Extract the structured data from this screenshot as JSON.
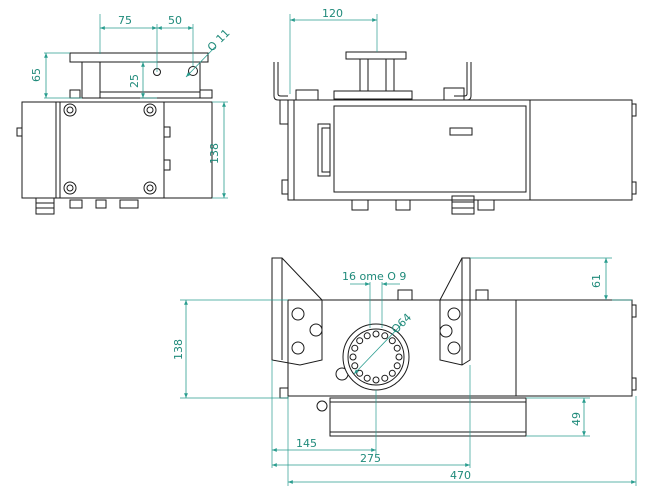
{
  "colors": {
    "object_line": "#1a1a1a",
    "dimension": "#2a9d8f",
    "background": "#ffffff"
  },
  "dimensions": {
    "top_left": {
      "d75": "75",
      "d50": "50",
      "hole": "O 11",
      "d65": "65",
      "d25": "25",
      "d138": "138"
    },
    "top_right": {
      "d120": "120"
    },
    "bottom": {
      "holes_note": "16 ome O 9",
      "circle": "O64",
      "d61": "61",
      "d138": "138",
      "d49": "49",
      "d145": "145",
      "d275": "275",
      "d470": "470"
    }
  }
}
